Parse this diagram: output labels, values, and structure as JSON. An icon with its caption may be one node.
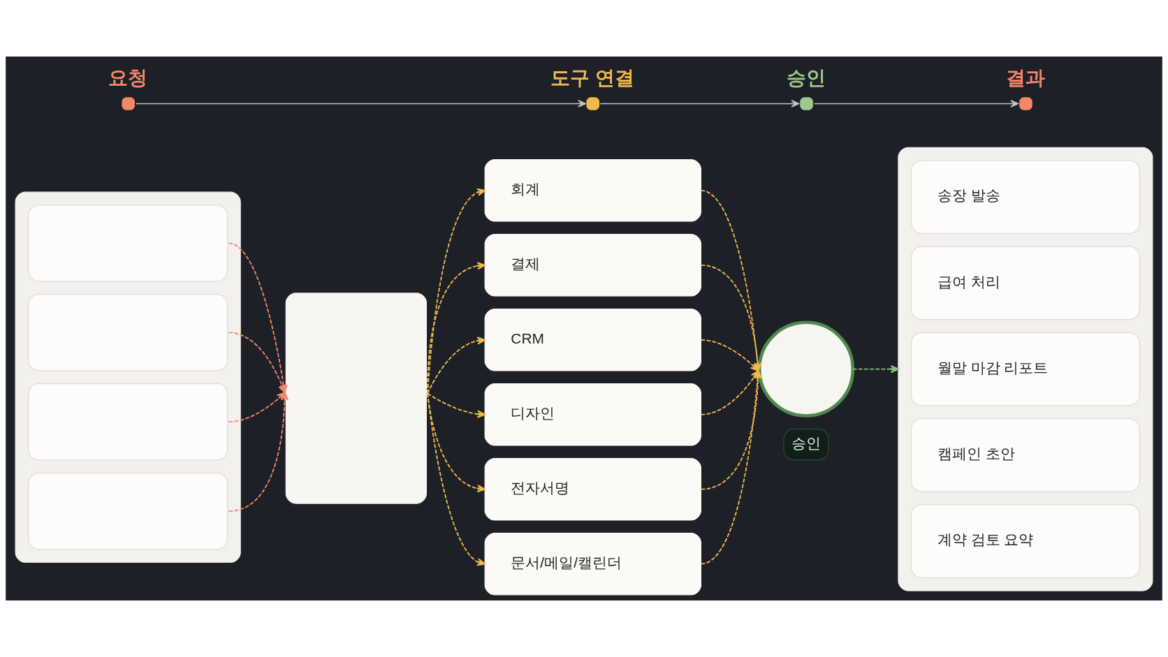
{
  "diagram": {
    "nodes": [
      {
        "text": [
          "요청"
        ]
      },
      {
        "text": [
          "도구 연결"
        ]
      },
      {
        "text": [
          "승인"
        ]
      },
      {
        "text": [
          "결과"
        ]
      },
      {
        "text": [],
        "shape": "box"
      },
      {
        "text": [],
        "shape": "box",
        "in": 4
      },
      {
        "text": [],
        "shape": "box",
        "in": 4
      },
      {
        "text": [],
        "shape": "box",
        "in": 4
      },
      {
        "text": [],
        "shape": "box",
        "in": 4
      },
      {
        "text": [],
        "shape": "box"
      },
      {
        "text": [
          "회계"
        ]
      },
      {
        "text": [
          "결제"
        ]
      },
      {
        "text": [
          "CRM"
        ]
      },
      {
        "text": [
          "디자인"
        ]
      },
      {
        "text": [
          "전자서명"
        ]
      },
      {
        "text": [
          "문서/메일/캘린더"
        ]
      },
      {
        "text": [],
        "shape": "circle",
        "beside": [
          "승인"
        ]
      },
      {
        "text": [],
        "shape": "box"
      },
      {
        "text": [
          "송장 발송"
        ],
        "in": 17
      },
      {
        "text": [
          "급여 처리"
        ],
        "in": 17
      },
      {
        "text": [
          "월말 마감 리포트"
        ],
        "in": 17
      },
      {
        "text": [
          "캠페인 초안"
        ],
        "in": 17
      },
      {
        "text": [
          "계약 검토 요약"
        ],
        "in": 17
      }
    ],
    "edges": [
      {
        "from": 0,
        "to": 1,
        "arrow": "to",
        "color": "#c4c4c4"
      },
      {
        "from": 1,
        "to": 2,
        "arrow": "to",
        "color": "#c4c4c4"
      },
      {
        "from": 2,
        "to": 3,
        "arrow": "to",
        "color": "#c4c4c4"
      },
      {
        "from": 5,
        "to": 9,
        "arrow": "to",
        "style": "dashed",
        "color": "#f4866a"
      },
      {
        "from": 6,
        "to": 9,
        "arrow": "to",
        "style": "dashed",
        "color": "#f4866a"
      },
      {
        "from": 7,
        "to": 9,
        "arrow": "to",
        "style": "dashed",
        "color": "#f4866a"
      },
      {
        "from": 8,
        "to": 9,
        "arrow": "to",
        "style": "dashed",
        "color": "#f4866a"
      },
      {
        "from": 9,
        "to": 10,
        "arrow": "to",
        "style": "dashed"
      },
      {
        "from": 9,
        "to": 11,
        "arrow": "to",
        "style": "dashed"
      },
      {
        "from": 9,
        "to": 12,
        "arrow": "to",
        "style": "dashed"
      },
      {
        "from": 9,
        "to": 13,
        "arrow": "to",
        "style": "dashed"
      },
      {
        "from": 9,
        "to": 14,
        "arrow": "to",
        "style": "dashed"
      },
      {
        "from": 9,
        "to": 15,
        "arrow": "to",
        "style": "dashed"
      },
      {
        "from": 10,
        "to": 16,
        "arrow": "to",
        "style": "dashed"
      },
      {
        "from": 11,
        "to": 16,
        "arrow": "to",
        "style": "dashed"
      },
      {
        "from": 12,
        "to": 16,
        "arrow": "to",
        "style": "dashed"
      },
      {
        "from": 13,
        "to": 16,
        "arrow": "to",
        "style": "dashed"
      },
      {
        "from": 14,
        "to": 16,
        "arrow": "to",
        "style": "dashed"
      },
      {
        "from": 15,
        "to": 16,
        "arrow": "to",
        "style": "dashed"
      },
      {
        "from": 16,
        "to": 17,
        "arrow": "to",
        "style": "dashed",
        "color": "#8fbf7f"
      }
    ]
  }
}
